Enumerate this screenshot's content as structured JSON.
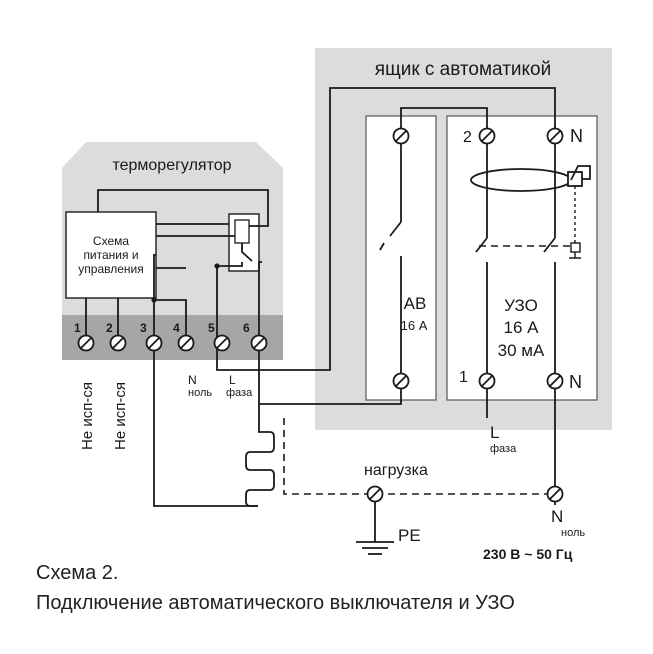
{
  "automation_box": {
    "title": "ящик с автоматикой"
  },
  "thermostat": {
    "title": "терморегулятор",
    "module_lines": [
      "Схема",
      "питания и",
      "управления"
    ],
    "terminal_numbers": [
      "1",
      "2",
      "3",
      "4",
      "5",
      "6"
    ]
  },
  "terminal_notes": {
    "t1": "Не исп-ся",
    "t2": "Не исп-ся",
    "t4_letter": "N",
    "t4_word": "ноль",
    "t5_letter": "L",
    "t5_word": "фаза"
  },
  "breaker": {
    "name": "АВ",
    "rating": "16 А"
  },
  "rcd": {
    "name": "УЗО",
    "rating": "16 А",
    "leakage": "30 мА",
    "top_left_pin": "2",
    "top_right_pin": "N",
    "bottom_left_pin": "1",
    "bottom_right_pin": "N"
  },
  "supply": {
    "phase_letter": "L",
    "phase_word": "фаза",
    "neutral_letter": "N",
    "neutral_word": "ноль",
    "voltage": "230 В ~ 50 Гц"
  },
  "load": {
    "label": "нагрузка"
  },
  "earth": {
    "label": "PE"
  },
  "caption": {
    "line1": "Схема 2.",
    "line2": "Подключение автоматического выключателя и УЗО"
  }
}
